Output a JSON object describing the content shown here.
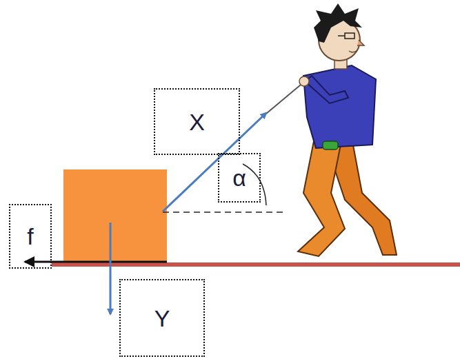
{
  "diagram": {
    "nodes": [
      {
        "text": [
          "X"
        ]
      },
      {
        "text": [
          "α"
        ]
      },
      {
        "text": [
          "f"
        ]
      },
      {
        "text": [
          "Y"
        ]
      }
    ]
  }
}
